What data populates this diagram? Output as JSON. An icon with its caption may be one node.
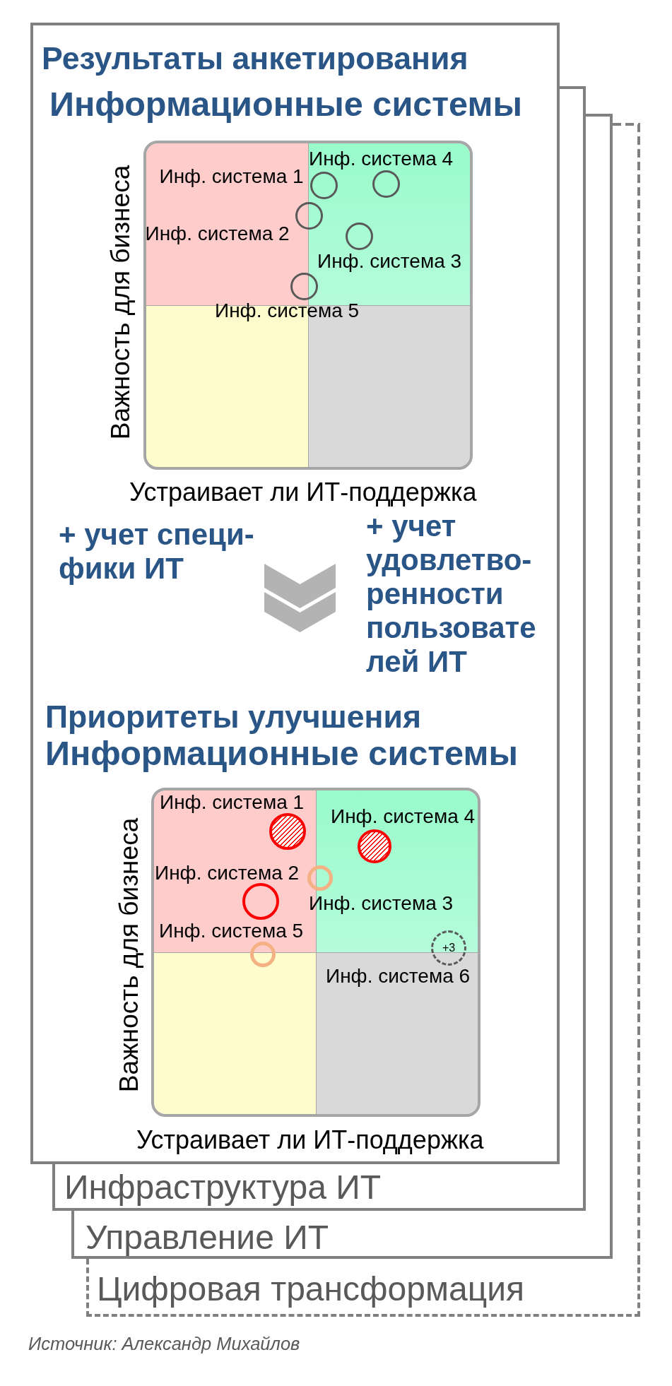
{
  "diagram": {
    "nodes": [
      {
        "text": [
          "Результаты анкетирования",
          "Информационные системы",
          "+ учет специ- фики ИТ",
          "+ учет удовлетво- ренности пользовате лей ИТ",
          "Приоритеты улучшения",
          "Информационные системы"
        ]
      },
      {
        "text": [
          "Инф. система 1",
          "Инф. система 4",
          "Инф. система 2",
          "Инф. система 3",
          "Инф. система 5"
        ],
        "in": 0,
        "beside": [
          "Важность для бизнеса",
          "Устраивает ли ИТ-поддержка"
        ]
      },
      {
        "text": [],
        "shape": "circle",
        "in": 1
      },
      {
        "text": [],
        "shape": "circle",
        "in": 1
      },
      {
        "text": [],
        "shape": "circle",
        "in": 1
      },
      {
        "text": [],
        "shape": "circle",
        "in": 1
      },
      {
        "text": [],
        "shape": "circle",
        "in": 1
      },
      {
        "text": [
          "Инф. система 1",
          "Инф. система 4",
          "Инф. система 2",
          "Инф. система 3",
          "Инф. система 5",
          "Инф. система 6"
        ],
        "in": 0,
        "beside": [
          "Важность для бизнеса",
          "Устраивает ли ИТ-поддержка"
        ]
      },
      {
        "text": [],
        "shape": "circle",
        "in": 7
      },
      {
        "text": [],
        "shape": "circle",
        "in": 7
      },
      {
        "text": [],
        "shape": "circle",
        "in": 7
      },
      {
        "text": [],
        "shape": "circle",
        "in": 7
      },
      {
        "text": [],
        "shape": "circle",
        "in": 7
      },
      {
        "text": [
          "+3"
        ],
        "in": 7
      },
      {
        "text": [
          "Инфраструктура ИТ"
        ]
      },
      {
        "text": [
          "Управление ИТ"
        ]
      },
      {
        "text": [
          "Цифровая трансформация"
        ]
      }
    ],
    "labels": [
      "Источник: Александр Михайлов"
    ]
  }
}
